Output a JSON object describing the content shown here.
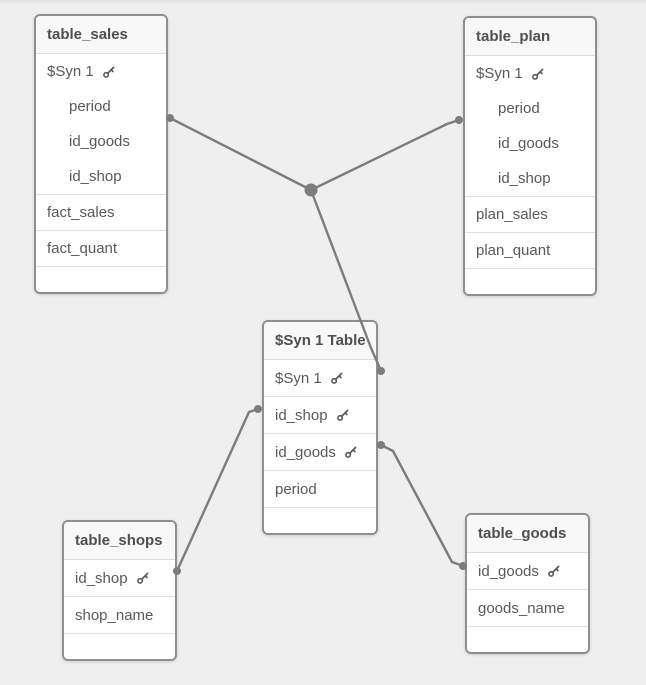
{
  "app": {
    "view_name": "data-model-viewer"
  },
  "palette": {
    "background": "#efefef",
    "table_background": "#ffffff",
    "table_header_background": "#f8f8f8",
    "table_border": "#8f8f8f",
    "row_divider": "#dedede",
    "text": "#595959",
    "connector": "#7c7c7c"
  },
  "tables": [
    {
      "title": "table_sales",
      "fields": [
        {
          "label": "$Syn 1",
          "key": true
        },
        {
          "label": "period",
          "nested": true
        },
        {
          "label": "id_goods",
          "nested": true
        },
        {
          "label": "id_shop",
          "nested": true
        },
        {
          "label": "fact_sales"
        },
        {
          "label": "fact_quant"
        }
      ]
    },
    {
      "title": "table_plan",
      "fields": [
        {
          "label": "$Syn 1",
          "key": true
        },
        {
          "label": "period",
          "nested": true
        },
        {
          "label": "id_goods",
          "nested": true
        },
        {
          "label": "id_shop",
          "nested": true
        },
        {
          "label": "plan_sales"
        },
        {
          "label": "plan_quant"
        }
      ]
    },
    {
      "title": "$Syn 1 Table",
      "fields": [
        {
          "label": "$Syn 1",
          "key": true
        },
        {
          "label": "id_shop",
          "key": true
        },
        {
          "label": "id_goods",
          "key": true
        },
        {
          "label": "period"
        }
      ]
    },
    {
      "title": "table_shops",
      "fields": [
        {
          "label": "id_shop",
          "key": true
        },
        {
          "label": "shop_name"
        }
      ]
    },
    {
      "title": "table_goods",
      "fields": [
        {
          "label": "id_goods",
          "key": true
        },
        {
          "label": "goods_name"
        }
      ]
    }
  ],
  "connections": [
    {
      "from": "table_sales",
      "to": "$Syn 1 Table",
      "via": "$Syn 1"
    },
    {
      "from": "table_plan",
      "to": "$Syn 1 Table",
      "via": "$Syn 1"
    },
    {
      "from": "table_shops",
      "to": "$Syn 1 Table",
      "via": "id_shop"
    },
    {
      "from": "table_goods",
      "to": "$Syn 1 Table",
      "via": "id_goods"
    }
  ]
}
